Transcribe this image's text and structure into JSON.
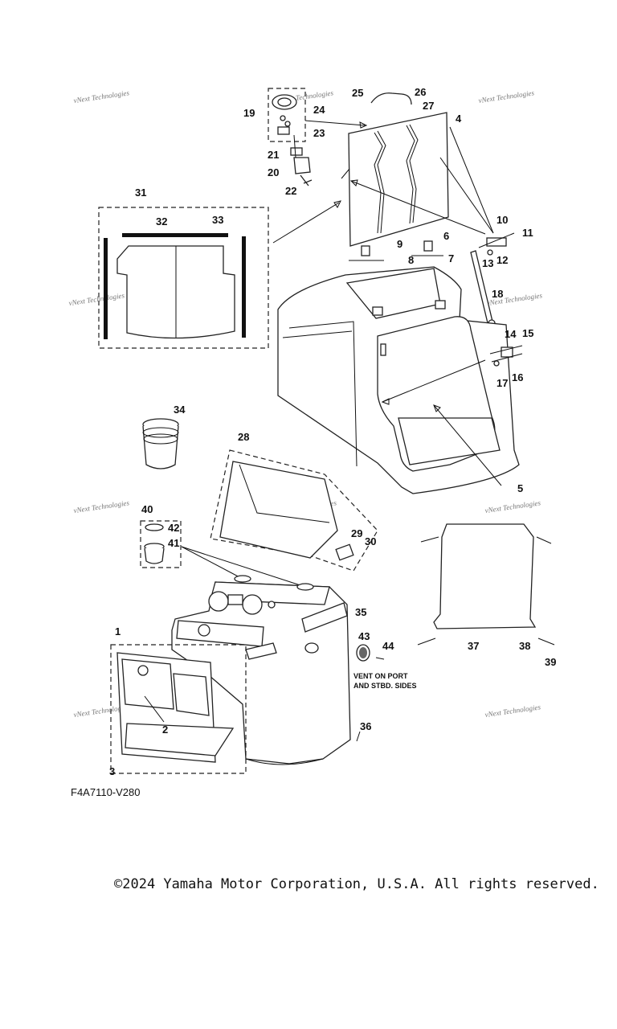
{
  "diagram": {
    "figure_code": "F4A7110-V280",
    "copyright": "©2024 Yamaha Motor Corporation, U.S.A. All rights reserved.",
    "watermark": "vNext Technologies",
    "vent_note_line1": "VENT ON PORT",
    "vent_note_line2": "AND STBD. SIDES",
    "callouts": {
      "c1": "1",
      "c2": "2",
      "c3": "3",
      "c4": "4",
      "c5": "5",
      "c6": "6",
      "c7": "7",
      "c8": "8",
      "c9": "9",
      "c10": "10",
      "c11": "11",
      "c12": "12",
      "c13": "13",
      "c14": "14",
      "c15": "15",
      "c16": "16",
      "c17": "17",
      "c18": "18",
      "c19": "19",
      "c20": "20",
      "c21": "21",
      "c22": "22",
      "c23": "23",
      "c24": "24",
      "c25": "25",
      "c26": "26",
      "c27": "27",
      "c28": "28",
      "c29": "29",
      "c30": "30",
      "c31": "31",
      "c32": "32",
      "c33": "33",
      "c34": "34",
      "c35": "35",
      "c36": "36",
      "c37": "37",
      "c38": "38",
      "c39": "39",
      "c40": "40",
      "c41": "41",
      "c42": "42",
      "c43": "43",
      "c44": "44"
    }
  }
}
